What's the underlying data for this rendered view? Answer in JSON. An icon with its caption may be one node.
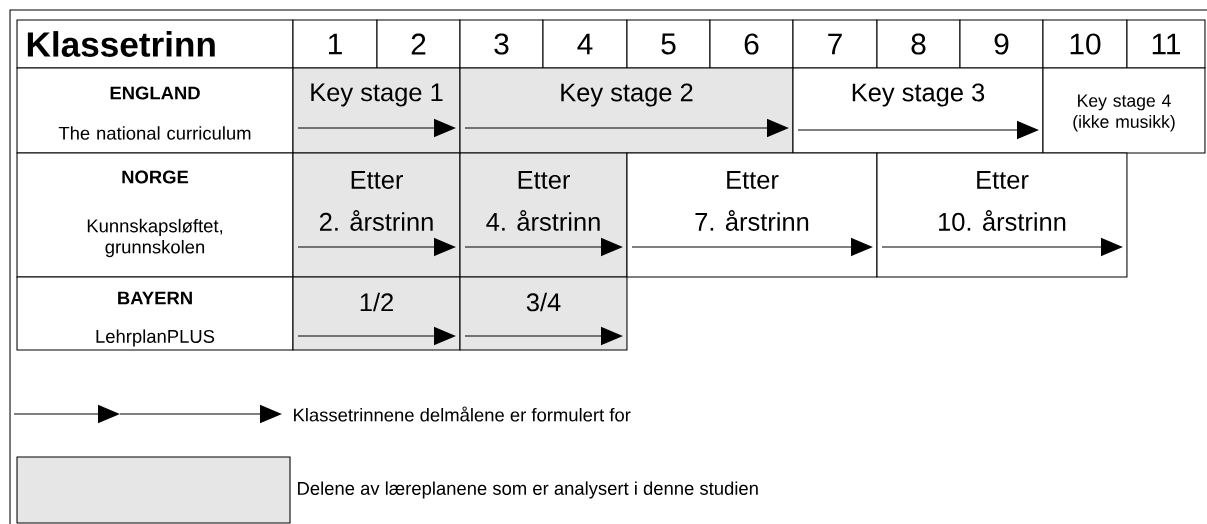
{
  "diagram": {
    "nodes": [
      {
        "text": [
          "Klassetrinn"
        ]
      },
      {
        "text": [
          "1"
        ]
      },
      {
        "text": [
          "2"
        ]
      },
      {
        "text": [
          "3"
        ]
      },
      {
        "text": [
          "4"
        ]
      },
      {
        "text": [
          "5"
        ]
      },
      {
        "text": [
          "6"
        ]
      },
      {
        "text": [
          "7"
        ]
      },
      {
        "text": [
          "8"
        ]
      },
      {
        "text": [
          "9"
        ]
      },
      {
        "text": [
          "10"
        ]
      },
      {
        "text": [
          "11"
        ]
      },
      {
        "text": [
          "ENGLAND",
          "The national curriculum"
        ]
      },
      {
        "text": [
          "Key stage 1"
        ]
      },
      {
        "text": [
          "Key stage 2"
        ]
      },
      {
        "text": [
          "Key stage 3"
        ]
      },
      {
        "text": [
          "Key stage 4 (ikke musikk)"
        ]
      },
      {
        "text": [
          "NORGE",
          "Kunnskapsløftet, grunnskolen"
        ]
      },
      {
        "text": [
          "Etter 2. årstrinn"
        ]
      },
      {
        "text": [
          "Etter 4. årstrinn"
        ]
      },
      {
        "text": [
          "Etter 7. årstrinn"
        ]
      },
      {
        "text": [
          "Etter 10. årstrinn"
        ]
      },
      {
        "text": [
          "BAYERN",
          "LehrplanPLUS"
        ]
      },
      {
        "text": [
          "1/2"
        ]
      },
      {
        "text": [
          "3/4"
        ]
      }
    ],
    "legend": [
      {
        "text": "Klassetrinnene delmålene er formulert for"
      },
      {
        "text": "Delene av læreplanene som er analysert i denne studien",
        "color": "#e6e6e6"
      }
    ]
  }
}
